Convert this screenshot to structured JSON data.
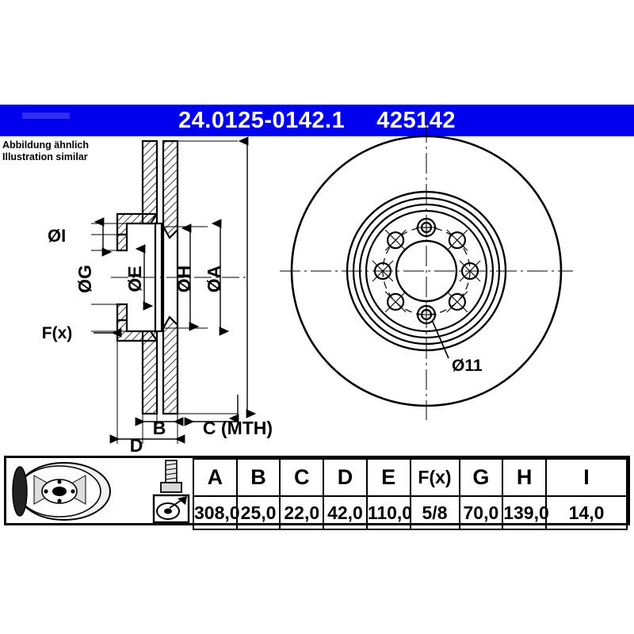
{
  "header": {
    "part_number": "24.0125-0142.1",
    "article_number": "425142",
    "background_color": "#0000ee",
    "text_color": "#ffffff"
  },
  "note": {
    "line_de": "Abbildung ähnlich",
    "line_en": "Illustration similar"
  },
  "drawing": {
    "section_view": {
      "dimension_labels": [
        {
          "id": "diam-I",
          "text": "ØI",
          "orientation": "horizontal"
        },
        {
          "id": "diam-G",
          "text": "ØG",
          "orientation": "vertical"
        },
        {
          "id": "diam-E",
          "text": "ØE",
          "orientation": "vertical"
        },
        {
          "id": "diam-H",
          "text": "ØH",
          "orientation": "vertical"
        },
        {
          "id": "diam-A",
          "text": "ØA",
          "orientation": "vertical"
        },
        {
          "id": "face-F",
          "text": "F(x)",
          "orientation": "horizontal"
        },
        {
          "id": "width-B",
          "text": "B",
          "orientation": "horizontal"
        },
        {
          "id": "width-C",
          "text": "C (MTH)",
          "orientation": "horizontal"
        },
        {
          "id": "width-D",
          "text": "D",
          "orientation": "horizontal"
        }
      ]
    },
    "face_view": {
      "bolt_hole_callout": "Ø11",
      "bolt_hole_count": 8
    }
  },
  "spec_table": {
    "icons": [
      "brake-disc-photo",
      "wheel-bolt-icon",
      "measuring-gauge-icon"
    ],
    "columns": [
      "A",
      "B",
      "C",
      "D",
      "E",
      "F(x)",
      "G",
      "H",
      "I"
    ],
    "values": [
      "308,0",
      "25,0",
      "22,0",
      "42,0",
      "110,0",
      "5/8",
      "70,0",
      "139,0",
      "14,0"
    ]
  }
}
